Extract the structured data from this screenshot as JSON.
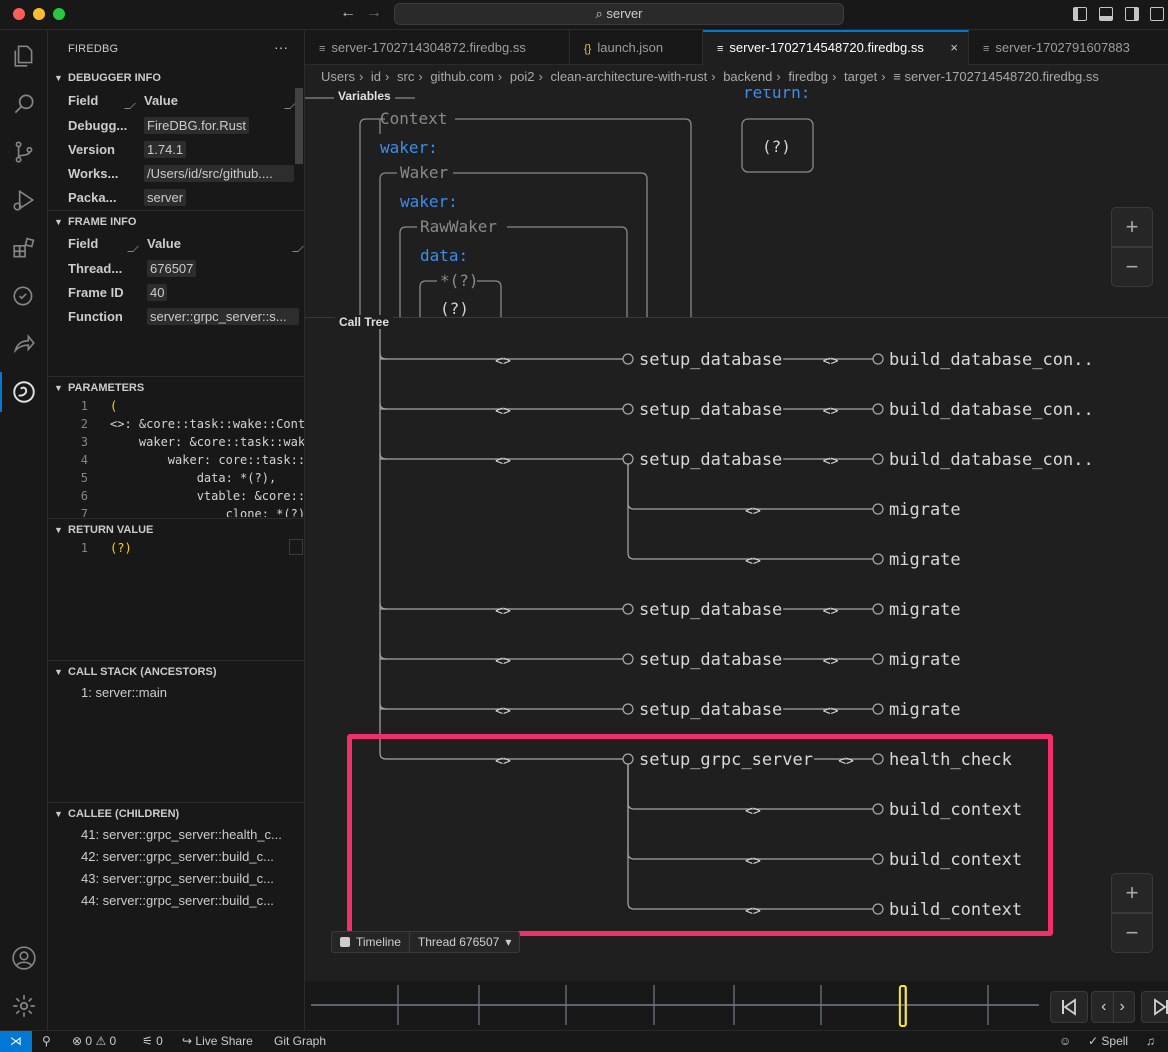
{
  "titlebar": {
    "search": "server"
  },
  "sidebar": {
    "title": "FIREDBG",
    "more": "···",
    "debugger_info": {
      "title": "DEBUGGER INFO",
      "field_header": "Field",
      "value_header": "Value",
      "rows": [
        {
          "key": "Debugg...",
          "value": "FireDBG.for.Rust"
        },
        {
          "key": "Version",
          "value": "1.74.1"
        },
        {
          "key": "Works...",
          "value": "/Users/id/src/github...."
        },
        {
          "key": "Packa...",
          "value": "server"
        }
      ]
    },
    "frame_info": {
      "title": "FRAME INFO",
      "field_header": "Field",
      "value_header": "Value",
      "rows": [
        {
          "key": "Thread...",
          "value": "676507"
        },
        {
          "key": "Frame ID",
          "value": "40"
        },
        {
          "key": "Function",
          "value": "server::grpc_server::s..."
        }
      ]
    },
    "parameters": {
      "title": "PARAMETERS",
      "lines": [
        {
          "n": "1",
          "text": "("
        },
        {
          "n": "2",
          "text": "<>: &core::task::wake::Cont"
        },
        {
          "n": "3",
          "text": "    waker: &core::task::wak"
        },
        {
          "n": "4",
          "text": "        waker: core::task::"
        },
        {
          "n": "5",
          "text": "            data: *(?),"
        },
        {
          "n": "6",
          "text": "            vtable: &core::"
        },
        {
          "n": "7",
          "text": "                clone: *(?)"
        }
      ]
    },
    "return_value": {
      "title": "RETURN VALUE",
      "lines": [
        {
          "n": "1",
          "text": "(?)"
        }
      ]
    },
    "call_stack": {
      "title": "CALL STACK (ANCESTORS)",
      "items": [
        "1: server::main"
      ]
    },
    "callee": {
      "title": "CALLEE (CHILDREN)",
      "items": [
        "41: server::grpc_server::health_c...",
        "42: server::grpc_server::build_c...",
        "43: server::grpc_server::build_c...",
        "44: server::grpc_server::build_c..."
      ]
    }
  },
  "tabs": [
    {
      "label": "server-1702714304872.firedbg.ss",
      "icon": "≡",
      "active": false
    },
    {
      "label": "launch.json",
      "icon": "{}",
      "active": false
    },
    {
      "label": "server-1702714548720.firedbg.ss",
      "icon": "≡",
      "active": true,
      "close": "×"
    },
    {
      "label": "server-1702791607883",
      "icon": "≡",
      "active": false
    }
  ],
  "breadcrumb": [
    "Users",
    "id",
    "src",
    "github.com",
    "poi2",
    "clean-architecture-with-rust",
    "backend",
    "firedbg",
    "target",
    "≡ server-1702714548720.firedbg.ss"
  ],
  "variables": {
    "label": "Variables",
    "return_label": "return:",
    "return_value": "(?)",
    "context_title": "Context",
    "waker_field": "waker:",
    "waker_title": "Waker",
    "inner_waker_field": "waker:",
    "rawwaker_title": "RawWaker",
    "data_field": "data:",
    "ptr_title": "*(?)",
    "ptr_value": "(?)"
  },
  "call_tree": {
    "label": "Call Tree",
    "edge_glyph": "<>",
    "rows": [
      {
        "mid": "setup_database",
        "right": "build_database_con.."
      },
      {
        "mid": "setup_database",
        "right": "build_database_con.."
      },
      {
        "mid": "setup_database",
        "right": "build_database_con.."
      },
      {
        "mid": "",
        "right": "migrate"
      },
      {
        "mid": "",
        "right": "migrate"
      },
      {
        "mid": "setup_database",
        "right": "migrate"
      },
      {
        "mid": "setup_database",
        "right": "migrate"
      },
      {
        "mid": "setup_database",
        "right": "migrate"
      },
      {
        "mid": "setup_grpc_server",
        "right": "health_check"
      },
      {
        "mid": "",
        "right": "build_context"
      },
      {
        "mid": "",
        "right": "build_context"
      },
      {
        "mid": "",
        "right": "build_context"
      }
    ]
  },
  "zoom": {
    "in": "+",
    "out": "−"
  },
  "timeline": {
    "toggle_label": "Timeline",
    "thread_label": "Thread 676507",
    "dropdown": "▾",
    "marker_fraction": 0.813
  },
  "statusbar": {
    "errors": "0",
    "warnings": "0",
    "ports": "0",
    "live_share": "Live Share",
    "git_graph": "Git Graph",
    "spell": "Spell"
  },
  "colors": {
    "accent": "#0078d4",
    "highlight": "#f0306b",
    "keyword": "#3b8eea",
    "marker": "#ffe81a"
  }
}
